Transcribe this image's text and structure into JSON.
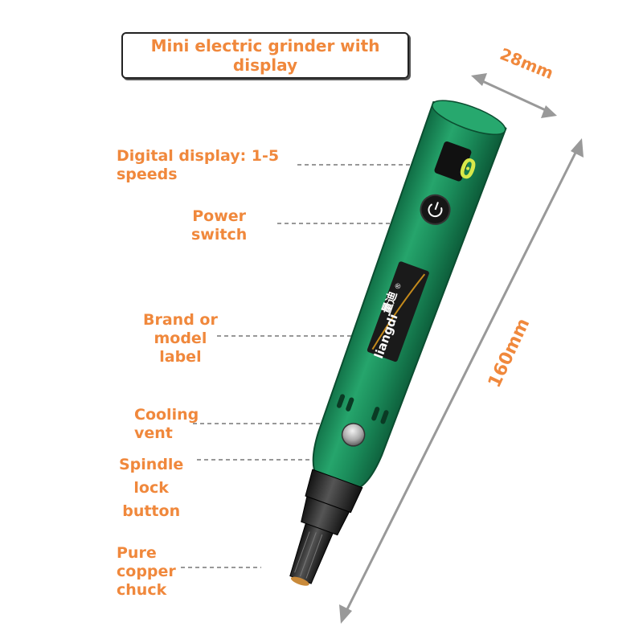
{
  "title": "Mini electric grinder with display",
  "labels": {
    "display": "Digital display: 1-5\nspeeds",
    "power": "Power\nswitch",
    "brand": "Brand or\nmodel\nlabel",
    "vent": "Cooling\nvent",
    "spindle": "Spindle\nlock\nbutton",
    "chuck": "Pure\ncopper\nchuck"
  },
  "dimensions": {
    "width": "28mm",
    "length": "160mm"
  },
  "tool": {
    "display_digit": "0",
    "brand_text": "liangdi",
    "brand_cn": "量迪",
    "registered_mark": "®"
  },
  "colors": {
    "accent": "#f0883c",
    "body": "#1e9660",
    "arrow": "#999999",
    "display": "#d8e84a"
  },
  "icons": [
    "power-icon"
  ]
}
